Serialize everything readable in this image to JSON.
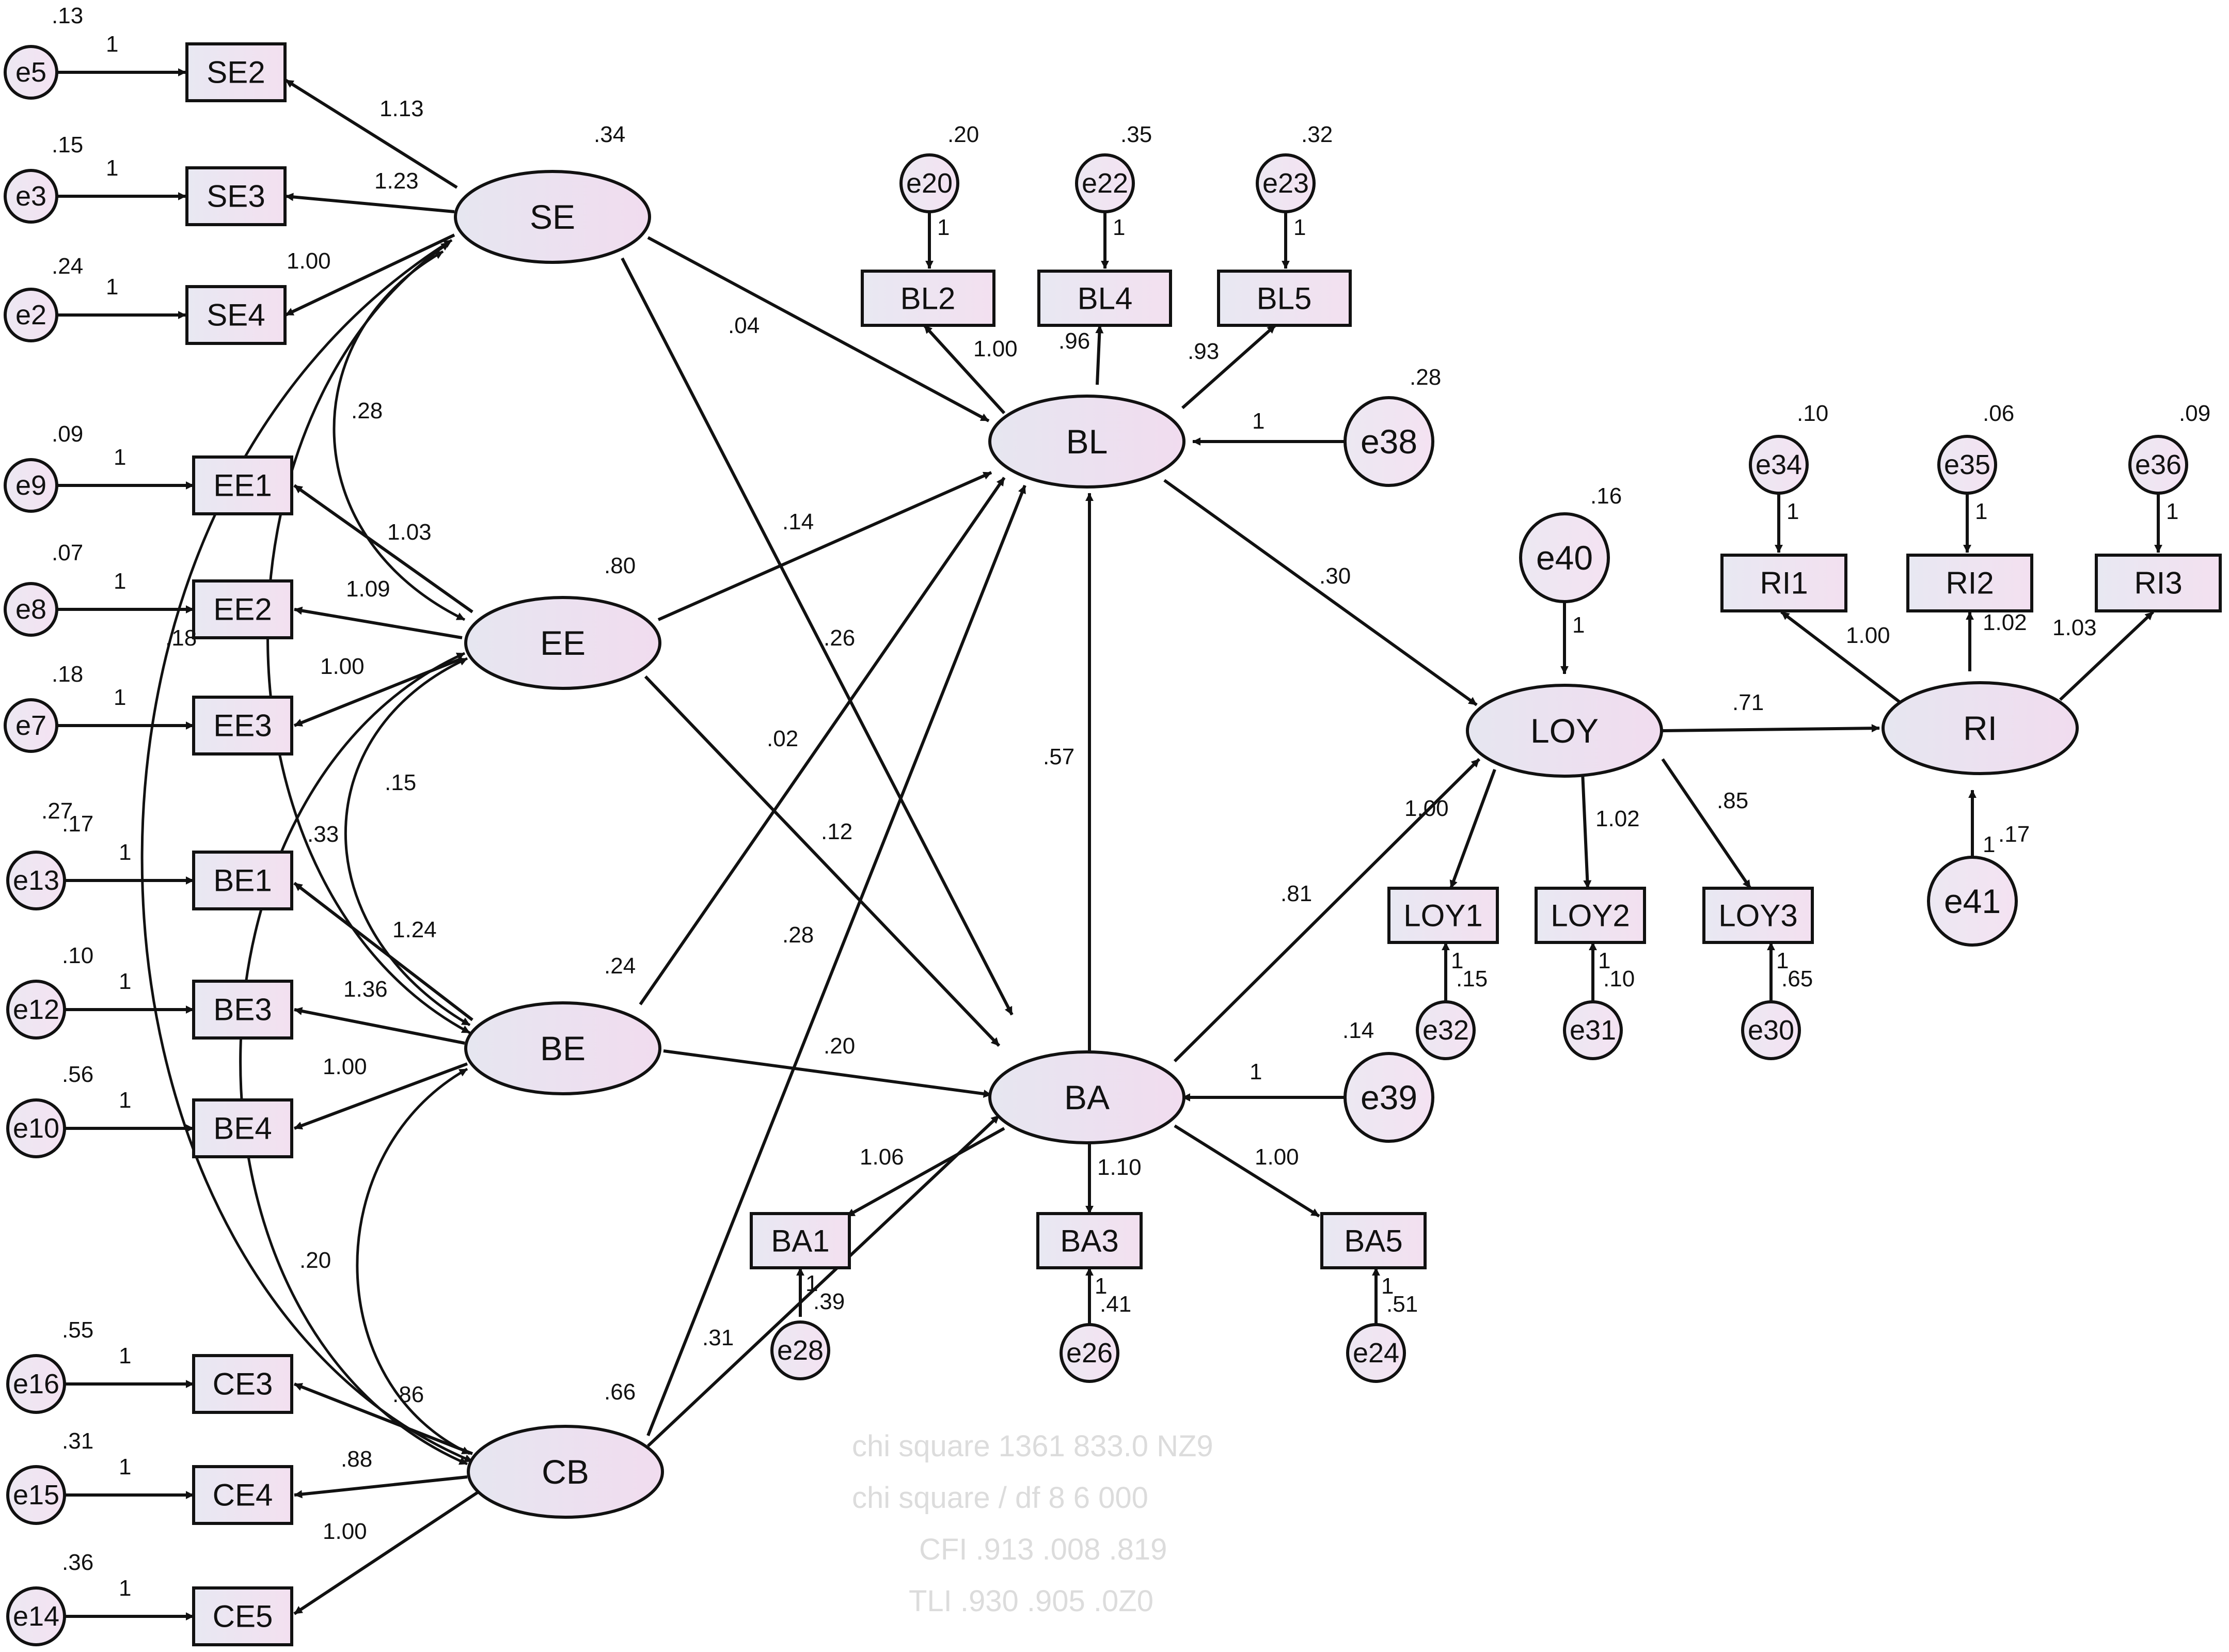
{
  "latents": [
    {
      "id": "SE",
      "label": "SE",
      "var": ".34"
    },
    {
      "id": "EE",
      "label": "EE",
      "var": ".80"
    },
    {
      "id": "BE",
      "label": "BE",
      "var": ".24"
    },
    {
      "id": "CB",
      "label": "CB",
      "var": ".66"
    },
    {
      "id": "BL",
      "label": "BL"
    },
    {
      "id": "BA",
      "label": "BA"
    },
    {
      "id": "LOY",
      "label": "LOY"
    },
    {
      "id": "RI",
      "label": "RI"
    }
  ],
  "observed": [
    {
      "id": "SE2",
      "label": "SE2"
    },
    {
      "id": "SE3",
      "label": "SE3"
    },
    {
      "id": "SE4",
      "label": "SE4"
    },
    {
      "id": "EE1",
      "label": "EE1"
    },
    {
      "id": "EE2",
      "label": "EE2"
    },
    {
      "id": "EE3",
      "label": "EE3"
    },
    {
      "id": "BE1",
      "label": "BE1"
    },
    {
      "id": "BE3",
      "label": "BE3"
    },
    {
      "id": "BE4",
      "label": "BE4"
    },
    {
      "id": "CE3",
      "label": "CE3"
    },
    {
      "id": "CE4",
      "label": "CE4"
    },
    {
      "id": "CE5",
      "label": "CE5"
    },
    {
      "id": "BL2",
      "label": "BL2"
    },
    {
      "id": "BL4",
      "label": "BL4"
    },
    {
      "id": "BL5",
      "label": "BL5"
    },
    {
      "id": "BA1",
      "label": "BA1"
    },
    {
      "id": "BA3",
      "label": "BA3"
    },
    {
      "id": "BA5",
      "label": "BA5"
    },
    {
      "id": "LOY1",
      "label": "LOY1"
    },
    {
      "id": "LOY2",
      "label": "LOY2"
    },
    {
      "id": "LOY3",
      "label": "LOY3"
    },
    {
      "id": "RI1",
      "label": "RI1"
    },
    {
      "id": "RI2",
      "label": "RI2"
    },
    {
      "id": "RI3",
      "label": "RI3"
    }
  ],
  "errors": [
    {
      "id": "e5",
      "label": "e5",
      "var": ".13"
    },
    {
      "id": "e3",
      "label": "e3",
      "var": ".15"
    },
    {
      "id": "e2",
      "label": "e2",
      "var": ".24"
    },
    {
      "id": "e9",
      "label": "e9",
      "var": ".09"
    },
    {
      "id": "e8",
      "label": "e8",
      "var": ".07"
    },
    {
      "id": "e7",
      "label": "e7",
      "var": ".18"
    },
    {
      "id": "e13",
      "label": "e13",
      "var": ".27"
    },
    {
      "id": "e12",
      "label": "e12",
      "var": ".10"
    },
    {
      "id": "e10",
      "label": "e10",
      "var": ".56"
    },
    {
      "id": "e16",
      "label": "e16",
      "var": ".55"
    },
    {
      "id": "e15",
      "label": "e15",
      "var": ".31"
    },
    {
      "id": "e14",
      "label": "e14",
      "var": ".36"
    },
    {
      "id": "e20",
      "label": "e20",
      "var": ".20"
    },
    {
      "id": "e22",
      "label": "e22",
      "var": ".35"
    },
    {
      "id": "e23",
      "label": "e23",
      "var": ".32"
    },
    {
      "id": "e28",
      "label": "e28",
      "var": ".39"
    },
    {
      "id": "e26",
      "label": "e26",
      "var": ".41"
    },
    {
      "id": "e24",
      "label": "e24",
      "var": ".51"
    },
    {
      "id": "e32",
      "label": "e32",
      "var": ".15"
    },
    {
      "id": "e31",
      "label": "e31",
      "var": ".10"
    },
    {
      "id": "e30",
      "label": "e30",
      "var": ".65"
    },
    {
      "id": "e34",
      "label": "e34",
      "var": ".10"
    },
    {
      "id": "e35",
      "label": "e35",
      "var": ".06"
    },
    {
      "id": "e36",
      "label": "e36",
      "var": ".09"
    },
    {
      "id": "e38",
      "label": "e38",
      "var": ".28"
    },
    {
      "id": "e39",
      "label": "e39",
      "var": ".14"
    },
    {
      "id": "e40",
      "label": "e40",
      "var": ".16"
    },
    {
      "id": "e41",
      "label": "e41",
      "var": ".17"
    }
  ],
  "extra_labels": [
    ".18",
    ".17"
  ],
  "loadings": {
    "SE_SE2": "1.13",
    "SE_SE3": "1.23",
    "SE_SE4": "1.00",
    "EE_EE1": "1.03",
    "EE_EE2": "1.09",
    "EE_EE3": "1.00",
    "BE_BE1": "1.24",
    "BE_BE3": "1.36",
    "BE_BE4": "1.00",
    "CB_CE3": ".86",
    "CB_CE4": ".88",
    "CB_CE5": "1.00",
    "BL_BL2": "1.00",
    "BL_BL4": ".96",
    "BL_BL5": ".93",
    "BA_BA1": "1.06",
    "BA_BA3": "1.10",
    "BA_BA5": "1.00",
    "LOY_LOY1": "1.00",
    "LOY_LOY2": "1.02",
    "LOY_LOY3": ".85",
    "RI_RI1": "1.00",
    "RI_RI2": "1.02",
    "RI_RI3": "1.03",
    "error_fixed": "1"
  },
  "structural": {
    "SE_BL": ".04",
    "SE_BA": ".26",
    "EE_BL": ".14",
    "EE_BA": ".12",
    "BE_BL": ".02",
    "BE_BA": ".20",
    "CB_BL": ".28",
    "CB_BA": ".31",
    "BA_BL": ".57",
    "BL_LOY": ".30",
    "BA_LOY": ".81",
    "LOY_RI": ".71"
  },
  "covariances": {
    "SE_EE": ".28",
    "EE_BE": ".15",
    "BE_CB": ".20",
    "SE_BE": ".33"
  },
  "fit_text": [
    "chi square 1361 833.0 NZ9",
    "chi square / df   8 6 000",
    "CFI    .913  .008  .819",
    "TLI    .930  .905  .0Z0"
  ]
}
